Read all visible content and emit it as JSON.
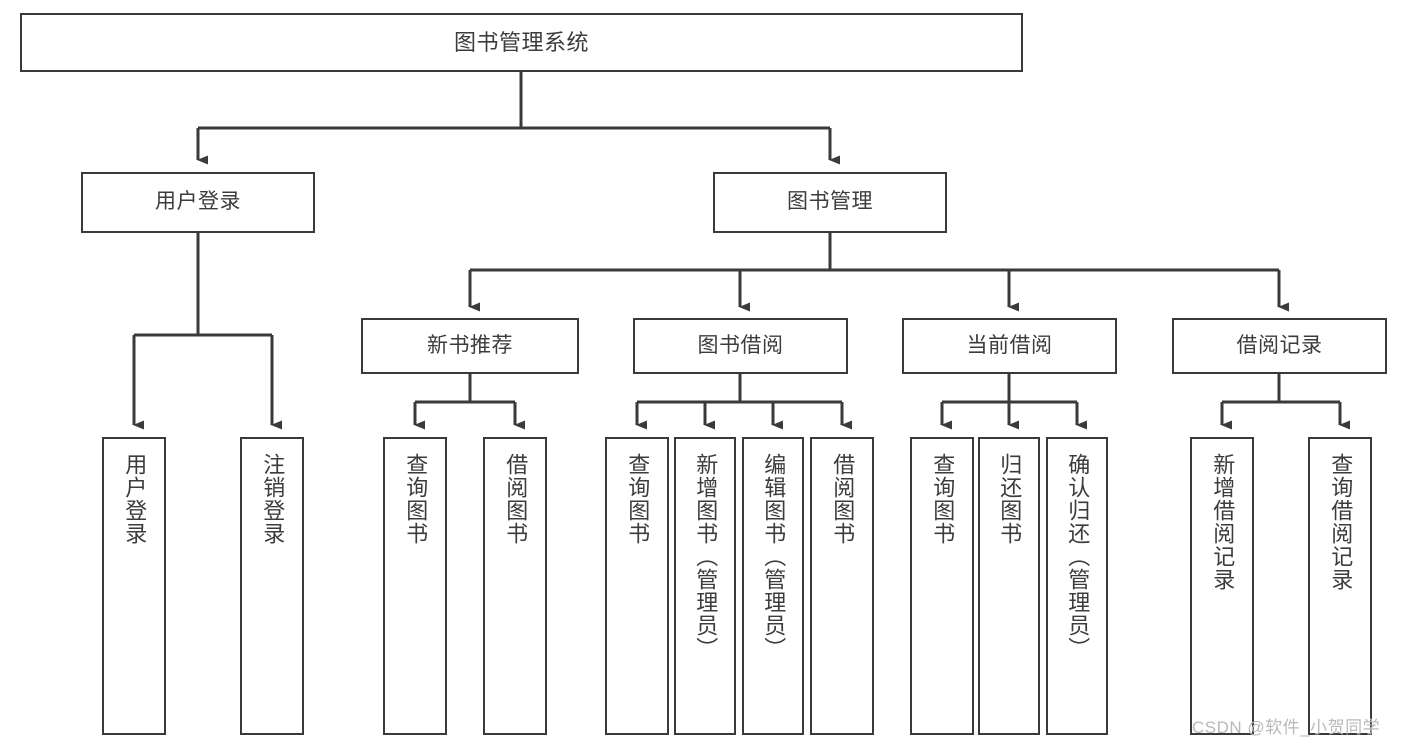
{
  "diagram": {
    "type": "tree",
    "title": "图书管理系统",
    "root": {
      "id": "root",
      "label": "图书管理系统"
    },
    "level2": [
      {
        "id": "user-login",
        "label": "用户登录"
      },
      {
        "id": "book-management",
        "label": "图书管理"
      }
    ],
    "level3": [
      {
        "id": "new-book-recommend",
        "label": "新书推荐",
        "parent": "book-management"
      },
      {
        "id": "book-borrow",
        "label": "图书借阅",
        "parent": "book-management"
      },
      {
        "id": "current-borrow",
        "label": "当前借阅",
        "parent": "book-management"
      },
      {
        "id": "borrow-record",
        "label": "借阅记录",
        "parent": "book-management"
      }
    ],
    "leaves": [
      {
        "id": "leaf-user-login",
        "label": "用户登录",
        "parent": "user-login"
      },
      {
        "id": "leaf-logout-login",
        "label": "注销登录",
        "parent": "user-login"
      },
      {
        "id": "leaf-query-book-1",
        "label": "查询图书",
        "parent": "new-book-recommend"
      },
      {
        "id": "leaf-borrow-book-1",
        "label": "借阅图书",
        "parent": "new-book-recommend"
      },
      {
        "id": "leaf-query-book-2",
        "label": "查询图书",
        "parent": "book-borrow"
      },
      {
        "id": "leaf-add-book",
        "label": "新增图书（管理员）",
        "parent": "book-borrow"
      },
      {
        "id": "leaf-edit-book",
        "label": "编辑图书（管理员）",
        "parent": "book-borrow"
      },
      {
        "id": "leaf-borrow-book-2",
        "label": "借阅图书",
        "parent": "book-borrow"
      },
      {
        "id": "leaf-query-book-3",
        "label": "查询图书",
        "parent": "current-borrow"
      },
      {
        "id": "leaf-return-book",
        "label": "归还图书",
        "parent": "current-borrow"
      },
      {
        "id": "leaf-confirm-return",
        "label": "确认归还（管理员）",
        "parent": "current-borrow"
      },
      {
        "id": "leaf-add-record",
        "label": "新增借阅记录",
        "parent": "borrow-record"
      },
      {
        "id": "leaf-query-record",
        "label": "查询借阅记录",
        "parent": "borrow-record"
      }
    ],
    "colors": {
      "stroke": "#3a3a3a",
      "text": "#3c3c3c",
      "background": "#ffffff",
      "watermark": "#b9b9b9"
    }
  },
  "watermark": {
    "text": "CSDN @软件_小贺同学"
  }
}
